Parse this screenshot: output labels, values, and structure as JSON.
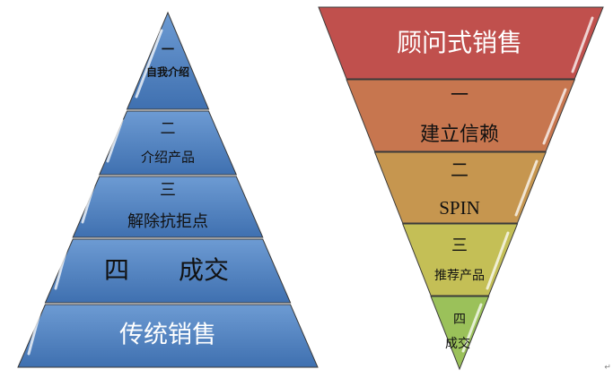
{
  "left_pyramid": {
    "levels": [
      {
        "num": "一",
        "label": "自我介绍"
      },
      {
        "num": "二",
        "label": "介绍产品"
      },
      {
        "num": "三",
        "label": "解除抗拒点"
      },
      {
        "num": "四",
        "label": "成交"
      }
    ],
    "base_label": "传统销售",
    "color": "#4f81bd"
  },
  "right_funnel": {
    "top_label": "顾问式销售",
    "levels": [
      {
        "num": "一",
        "label": "建立信赖"
      },
      {
        "num": "二",
        "label": "SPIN"
      },
      {
        "num": "三",
        "label": "推荐产品"
      },
      {
        "num": "四",
        "label": "成交"
      }
    ],
    "colors": [
      "#c0504d",
      "#c7764f",
      "#c6964f",
      "#c4bf56",
      "#9bc15a"
    ]
  },
  "return_mark": "↵"
}
